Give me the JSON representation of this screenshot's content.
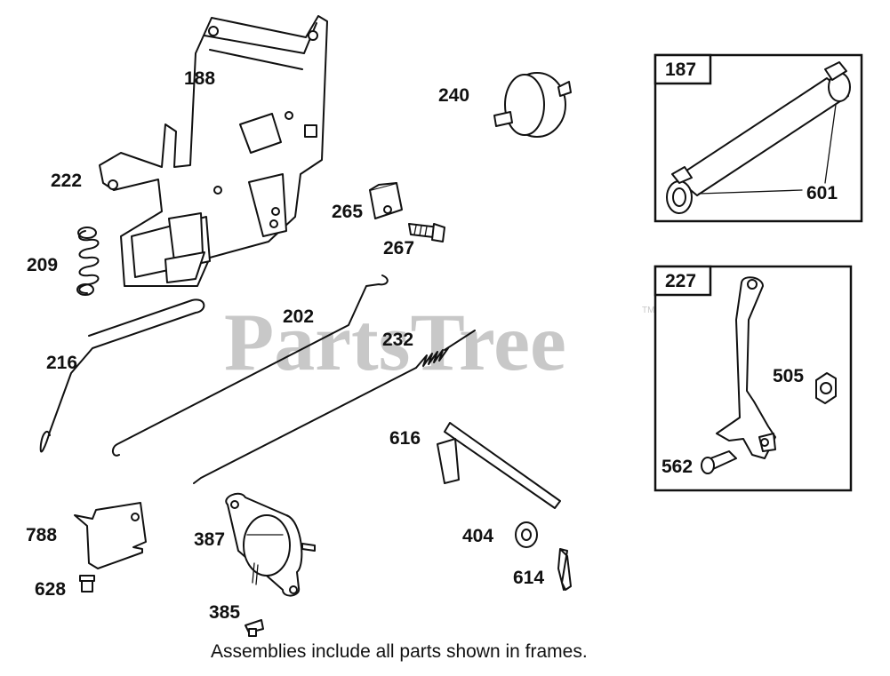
{
  "watermark": {
    "text": "PartsTree",
    "trademark": "TM"
  },
  "caption": "Assemblies include all parts shown in frames.",
  "parts": {
    "p188": "188",
    "p240": "240",
    "p222": "222",
    "p265": "265",
    "p267": "267",
    "p209": "209",
    "p202": "202",
    "p232": "232",
    "p216": "216",
    "p616": "616",
    "p788": "788",
    "p387": "387",
    "p404": "404",
    "p628": "628",
    "p614": "614",
    "p385": "385"
  },
  "frames": {
    "f187": {
      "label": "187",
      "parts": {
        "p601": "601"
      }
    },
    "f227": {
      "label": "227",
      "parts": {
        "p505": "505",
        "p562": "562"
      }
    }
  }
}
